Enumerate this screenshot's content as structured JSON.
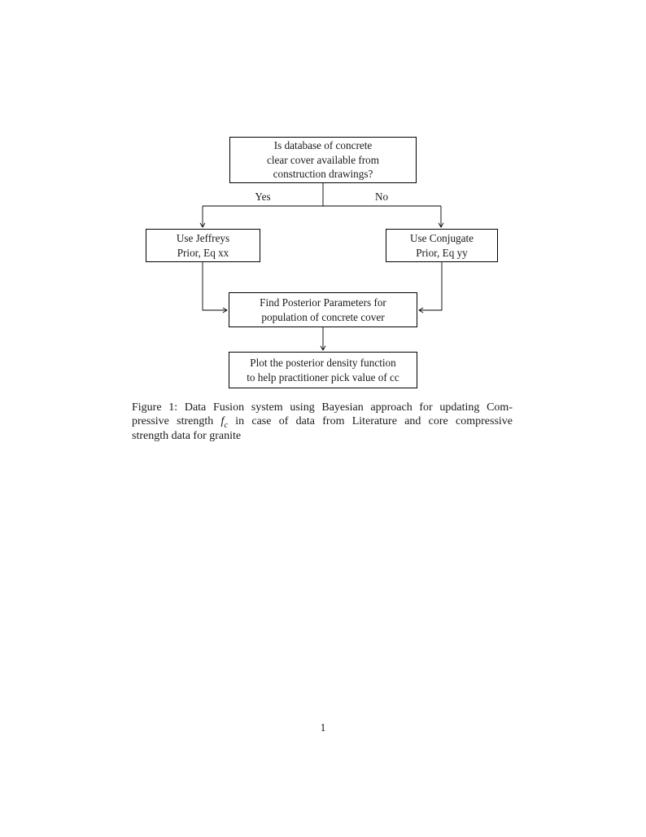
{
  "page": {
    "background_color": "#ffffff",
    "text_color": "#1a1a1a",
    "line_color": "#000000",
    "page_number": "1"
  },
  "flowchart": {
    "boxes": {
      "decision": {
        "lines": [
          "Is database of concrete",
          "clear cover available from",
          "construction drawings?"
        ]
      },
      "jeffreys": {
        "lines": [
          "Use Jeffreys",
          "Prior, Eq xx"
        ]
      },
      "conjugate": {
        "lines": [
          "Use Conjugate",
          "Prior, Eq yy"
        ]
      },
      "posterior": {
        "lines": [
          "Find Posterior Parameters for",
          "population of concrete cover"
        ]
      },
      "plot": {
        "lines": [
          "Plot the posterior density function",
          "to help practitioner pick value of cc"
        ]
      }
    },
    "edge_labels": {
      "yes": "Yes",
      "no": "No"
    }
  },
  "caption": {
    "line1": "Figure 1: Data Fusion system using Bayesian approach for updating Com-",
    "line2_pre": "pressive strength",
    "math_symbol": "f",
    "math_subscript": "c",
    "line2_post": "in case of data from Literature and core compressive",
    "line3": "strength data for granite"
  }
}
